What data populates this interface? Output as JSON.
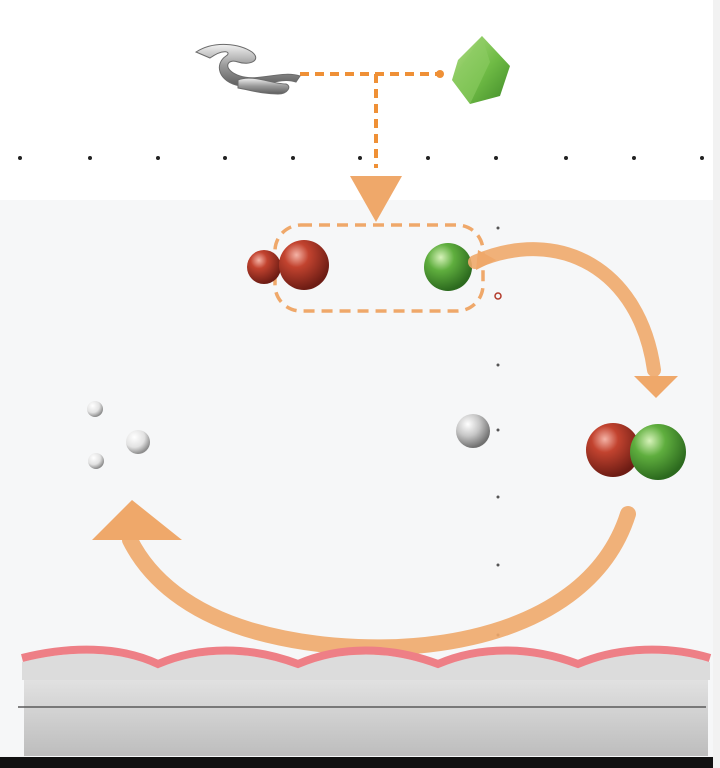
{
  "diagram": {
    "colors": {
      "background": "#ffffff",
      "lower_panel": "#f5f6f7",
      "dash_orange": "#ef9036",
      "flow_arrow": "#efa86a",
      "red_sphere": "#b23a2a",
      "green_sphere": "#5aa33c",
      "white_sphere": "#e6e6e6",
      "gray_sphere": "#bdbdbd",
      "membrane_top": "#ee7f86",
      "membrane_body": "#c9c9c9"
    },
    "nodes": [
      {
        "id": "ligand",
        "icon": "twisted-metal-ribbon-icon"
      },
      {
        "id": "receptor",
        "icon": "green-crystal-icon"
      },
      {
        "id": "red-dimer",
        "icon": "red-sphere-pair-icon"
      },
      {
        "id": "green-monomer",
        "icon": "green-sphere-icon"
      },
      {
        "id": "white-particles",
        "icon": "white-sphere-cluster-icon"
      },
      {
        "id": "gray-particle",
        "icon": "gray-sphere-icon"
      },
      {
        "id": "red-green-complex",
        "icon": "red-green-sphere-pair-icon"
      }
    ],
    "edges": [
      {
        "from": "ligand",
        "to": "receptor",
        "style": "dashed"
      },
      {
        "from": "ligand",
        "to": "red-dimer",
        "style": "dashed-arrow"
      },
      {
        "from": "green-monomer",
        "to": "red-green-complex",
        "style": "curved-arrow"
      },
      {
        "from": "red-green-complex",
        "to": "white-particles",
        "style": "curved-arrow"
      }
    ],
    "membrane": {
      "icon": "cell-membrane-icon"
    }
  }
}
